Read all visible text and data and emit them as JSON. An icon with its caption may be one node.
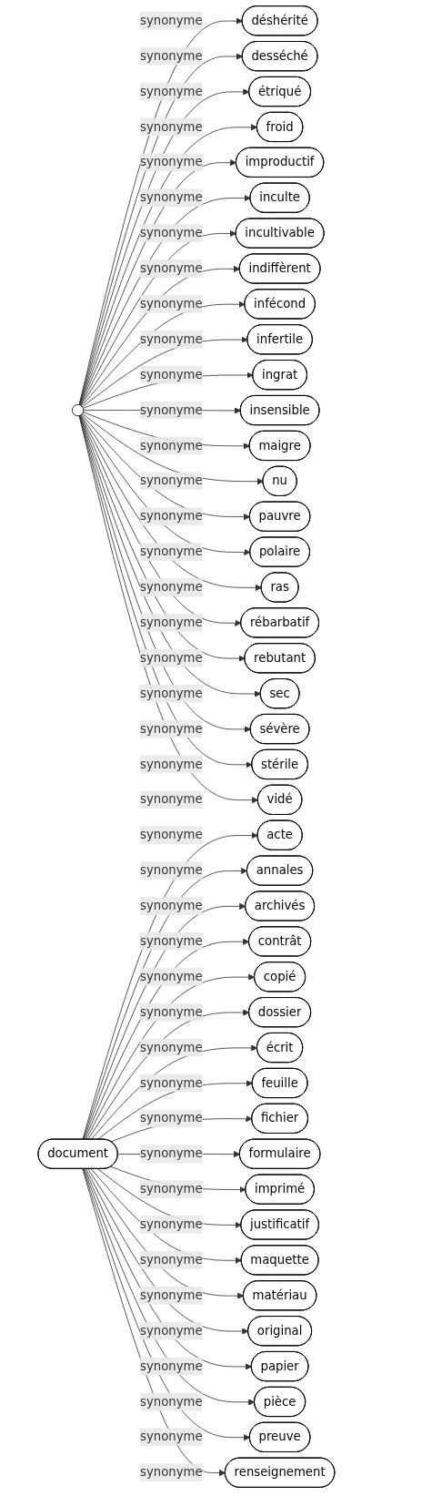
{
  "diagram": {
    "nodes": [
      {
        "text": [],
        "shape": "circle"
      },
      {
        "text": [
          "document"
        ]
      },
      {
        "text": [
          "déshérité"
        ]
      },
      {
        "text": [
          "desséché"
        ]
      },
      {
        "text": [
          "étriqué"
        ]
      },
      {
        "text": [
          "froid"
        ]
      },
      {
        "text": [
          "improductif"
        ]
      },
      {
        "text": [
          "inculte"
        ]
      },
      {
        "text": [
          "incultivable"
        ]
      },
      {
        "text": [
          "indiffèrent"
        ]
      },
      {
        "text": [
          "infécond"
        ]
      },
      {
        "text": [
          "infertile"
        ]
      },
      {
        "text": [
          "ingrat"
        ]
      },
      {
        "text": [
          "insensible"
        ]
      },
      {
        "text": [
          "maigre"
        ]
      },
      {
        "text": [
          "nu"
        ]
      },
      {
        "text": [
          "pauvre"
        ]
      },
      {
        "text": [
          "polaire"
        ]
      },
      {
        "text": [
          "ras"
        ]
      },
      {
        "text": [
          "rébarbatif"
        ]
      },
      {
        "text": [
          "rebutant"
        ]
      },
      {
        "text": [
          "sec"
        ]
      },
      {
        "text": [
          "sévère"
        ]
      },
      {
        "text": [
          "stérile"
        ]
      },
      {
        "text": [
          "vidé"
        ]
      },
      {
        "text": [
          "acte"
        ]
      },
      {
        "text": [
          "annales"
        ]
      },
      {
        "text": [
          "archivés"
        ]
      },
      {
        "text": [
          "contrât"
        ]
      },
      {
        "text": [
          "copié"
        ]
      },
      {
        "text": [
          "dossier"
        ]
      },
      {
        "text": [
          "écrit"
        ]
      },
      {
        "text": [
          "feuille"
        ]
      },
      {
        "text": [
          "fichier"
        ]
      },
      {
        "text": [
          "formulaire"
        ]
      },
      {
        "text": [
          "imprimé"
        ]
      },
      {
        "text": [
          "justificatif"
        ]
      },
      {
        "text": [
          "maquette"
        ]
      },
      {
        "text": [
          "matériau"
        ]
      },
      {
        "text": [
          "original"
        ]
      },
      {
        "text": [
          "papier"
        ]
      },
      {
        "text": [
          "pièce"
        ]
      },
      {
        "text": [
          "preuve"
        ]
      },
      {
        "text": [
          "renseignement"
        ]
      }
    ],
    "edges": [
      {
        "from": 0,
        "to": 2,
        "arrow": "to",
        "label": "synonyme"
      },
      {
        "from": 0,
        "to": 3,
        "arrow": "to",
        "label": "synonyme"
      },
      {
        "from": 0,
        "to": 4,
        "arrow": "to",
        "label": "synonyme"
      },
      {
        "from": 0,
        "to": 5,
        "arrow": "to",
        "label": "synonyme"
      },
      {
        "from": 0,
        "to": 6,
        "arrow": "to",
        "label": "synonyme"
      },
      {
        "from": 0,
        "to": 7,
        "arrow": "to",
        "label": "synonyme"
      },
      {
        "from": 0,
        "to": 8,
        "arrow": "to",
        "label": "synonyme"
      },
      {
        "from": 0,
        "to": 9,
        "arrow": "to",
        "label": "synonyme"
      },
      {
        "from": 0,
        "to": 10,
        "arrow": "to",
        "label": "synonyme"
      },
      {
        "from": 0,
        "to": 11,
        "arrow": "to",
        "label": "synonyme"
      },
      {
        "from": 0,
        "to": 12,
        "arrow": "to",
        "label": "synonyme"
      },
      {
        "from": 0,
        "to": 13,
        "arrow": "to",
        "label": "synonyme"
      },
      {
        "from": 0,
        "to": 14,
        "arrow": "to",
        "label": "synonyme"
      },
      {
        "from": 0,
        "to": 15,
        "arrow": "to",
        "label": "synonyme"
      },
      {
        "from": 0,
        "to": 16,
        "arrow": "to",
        "label": "synonyme"
      },
      {
        "from": 0,
        "to": 17,
        "arrow": "to",
        "label": "synonyme"
      },
      {
        "from": 0,
        "to": 18,
        "arrow": "to",
        "label": "synonyme"
      },
      {
        "from": 0,
        "to": 19,
        "arrow": "to",
        "label": "synonyme"
      },
      {
        "from": 0,
        "to": 20,
        "arrow": "to",
        "label": "synonyme"
      },
      {
        "from": 0,
        "to": 21,
        "arrow": "to",
        "label": "synonyme"
      },
      {
        "from": 0,
        "to": 22,
        "arrow": "to",
        "label": "synonyme"
      },
      {
        "from": 0,
        "to": 23,
        "arrow": "to",
        "label": "synonyme"
      },
      {
        "from": 0,
        "to": 24,
        "arrow": "to",
        "label": "synonyme"
      },
      {
        "from": 1,
        "to": 25,
        "arrow": "to",
        "label": "synonyme"
      },
      {
        "from": 1,
        "to": 26,
        "arrow": "to",
        "label": "synonyme"
      },
      {
        "from": 1,
        "to": 27,
        "arrow": "to",
        "label": "synonyme"
      },
      {
        "from": 1,
        "to": 28,
        "arrow": "to",
        "label": "synonyme"
      },
      {
        "from": 1,
        "to": 29,
        "arrow": "to",
        "label": "synonyme"
      },
      {
        "from": 1,
        "to": 30,
        "arrow": "to",
        "label": "synonyme"
      },
      {
        "from": 1,
        "to": 31,
        "arrow": "to",
        "label": "synonyme"
      },
      {
        "from": 1,
        "to": 32,
        "arrow": "to",
        "label": "synonyme"
      },
      {
        "from": 1,
        "to": 33,
        "arrow": "to",
        "label": "synonyme"
      },
      {
        "from": 1,
        "to": 34,
        "arrow": "to",
        "label": "synonyme"
      },
      {
        "from": 1,
        "to": 35,
        "arrow": "to",
        "label": "synonyme"
      },
      {
        "from": 1,
        "to": 36,
        "arrow": "to",
        "label": "synonyme"
      },
      {
        "from": 1,
        "to": 37,
        "arrow": "to",
        "label": "synonyme"
      },
      {
        "from": 1,
        "to": 38,
        "arrow": "to",
        "label": "synonyme"
      },
      {
        "from": 1,
        "to": 39,
        "arrow": "to",
        "label": "synonyme"
      },
      {
        "from": 1,
        "to": 40,
        "arrow": "to",
        "label": "synonyme"
      },
      {
        "from": 1,
        "to": 41,
        "arrow": "to",
        "label": "synonyme"
      },
      {
        "from": 1,
        "to": 42,
        "arrow": "to",
        "label": "synonyme"
      },
      {
        "from": 1,
        "to": 43,
        "arrow": "to",
        "label": "synonyme"
      }
    ]
  }
}
